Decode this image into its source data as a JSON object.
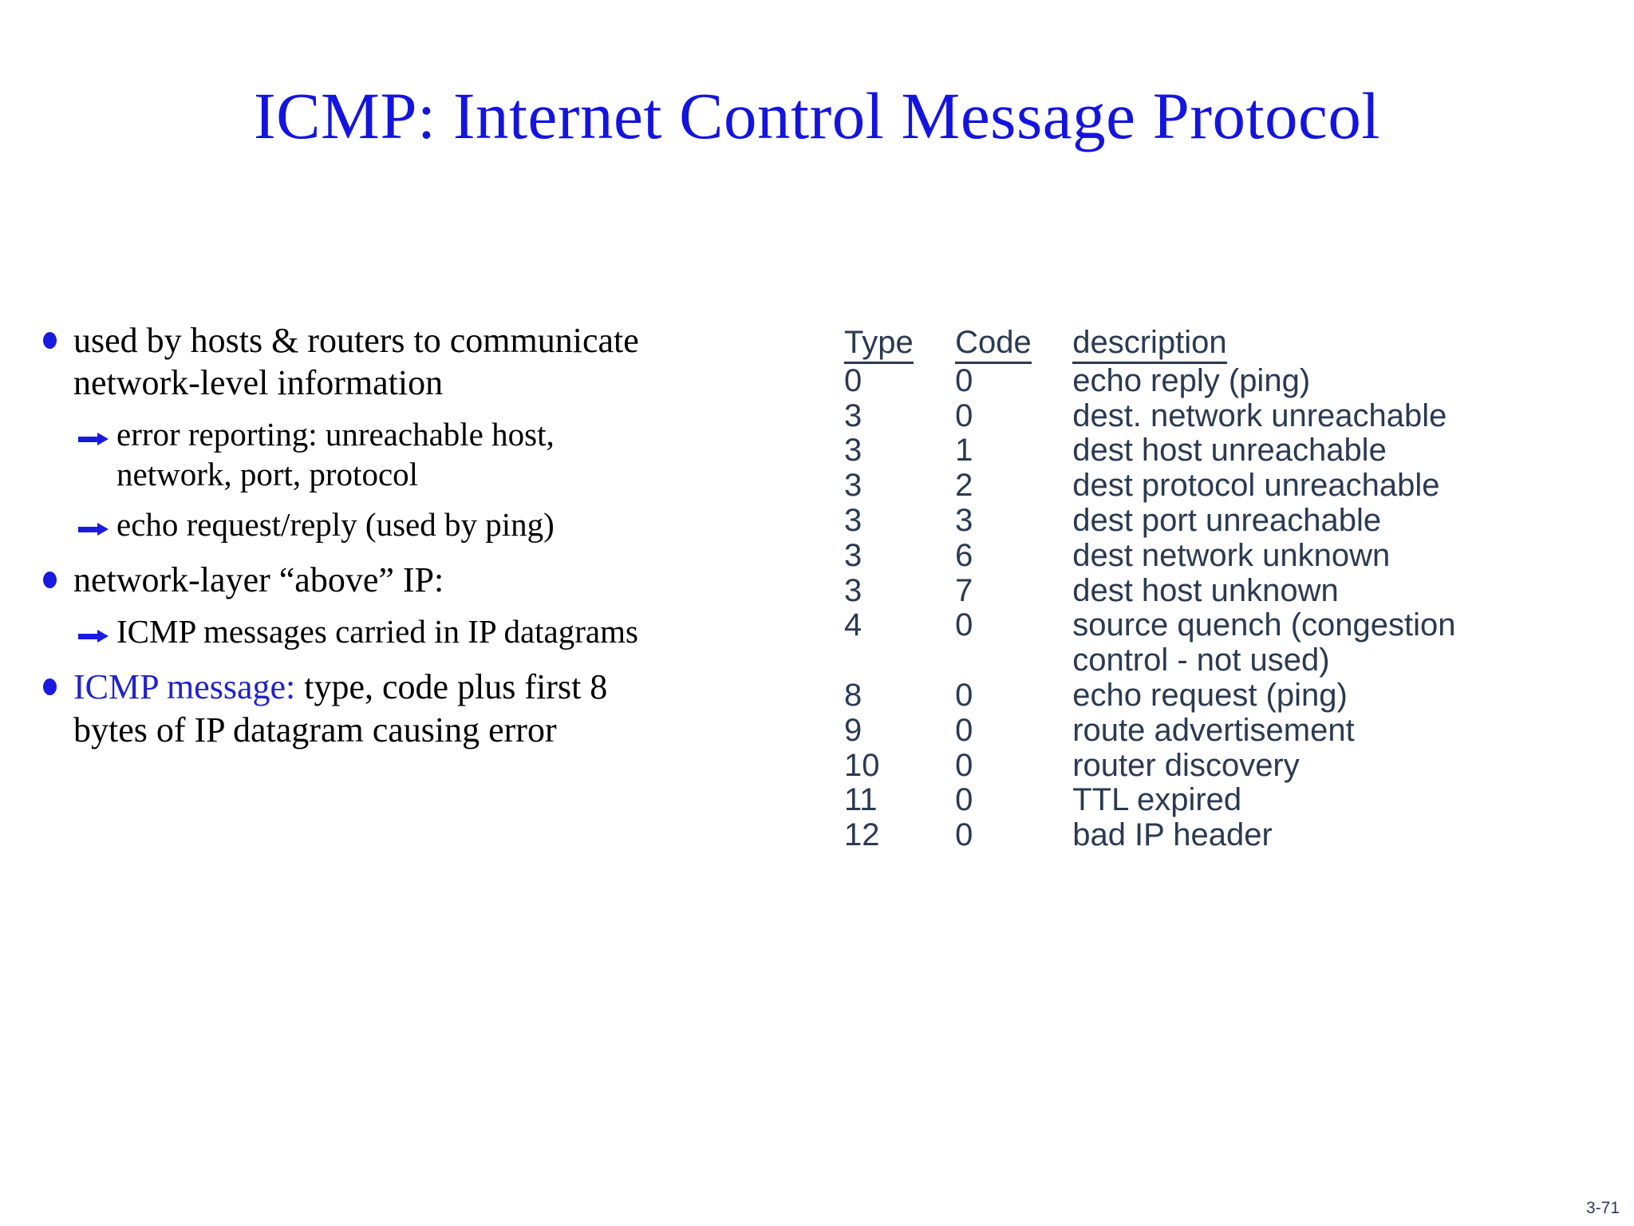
{
  "slide": {
    "title": "ICMP: Internet Control Message Protocol",
    "title_color": "#1414e0",
    "page_number": "3-71",
    "background": "#ffffff"
  },
  "left_column": {
    "bullet_color": "#1a1ae0",
    "arrow_color": "#1a1ae0",
    "text_color": "#000000",
    "items": [
      {
        "type": "bullet",
        "text": "used by hosts & routers to communicate network-level information"
      },
      {
        "type": "sub",
        "text": "error reporting: unreachable host, network, port, protocol"
      },
      {
        "type": "sub",
        "text": "echo request/reply (used by ping)"
      },
      {
        "type": "bullet",
        "text": "network-layer “above” IP:"
      },
      {
        "type": "sub",
        "text": "ICMP messages carried in IP datagrams"
      },
      {
        "type": "bullet",
        "emphasis": "ICMP message:",
        "emphasis_color": "#2222cc",
        "text": " type, code plus first 8 bytes of IP datagram causing error"
      }
    ]
  },
  "icmp_table": {
    "text_color": "#2b3a52",
    "headers": [
      "Type",
      "Code",
      "description"
    ],
    "rows": [
      {
        "type": "0",
        "code": "0",
        "description": "echo reply (ping)"
      },
      {
        "type": "3",
        "code": "0",
        "description": "dest. network unreachable"
      },
      {
        "type": "3",
        "code": "1",
        "description": "dest host unreachable"
      },
      {
        "type": "3",
        "code": "2",
        "description": "dest protocol unreachable"
      },
      {
        "type": "3",
        "code": "3",
        "description": "dest port unreachable"
      },
      {
        "type": "3",
        "code": "6",
        "description": "dest network unknown"
      },
      {
        "type": "3",
        "code": "7",
        "description": "dest host unknown"
      },
      {
        "type": "4",
        "code": "0",
        "description": "source quench (congestion",
        "description_cont": "control - not used)"
      },
      {
        "type": "8",
        "code": "0",
        "description": "echo request (ping)"
      },
      {
        "type": "9",
        "code": "0",
        "description": "route advertisement"
      },
      {
        "type": "10",
        "code": "0",
        "description": "router discovery"
      },
      {
        "type": "11",
        "code": "0",
        "description": "TTL expired"
      },
      {
        "type": "12",
        "code": "0",
        "description": "bad IP header"
      }
    ]
  }
}
